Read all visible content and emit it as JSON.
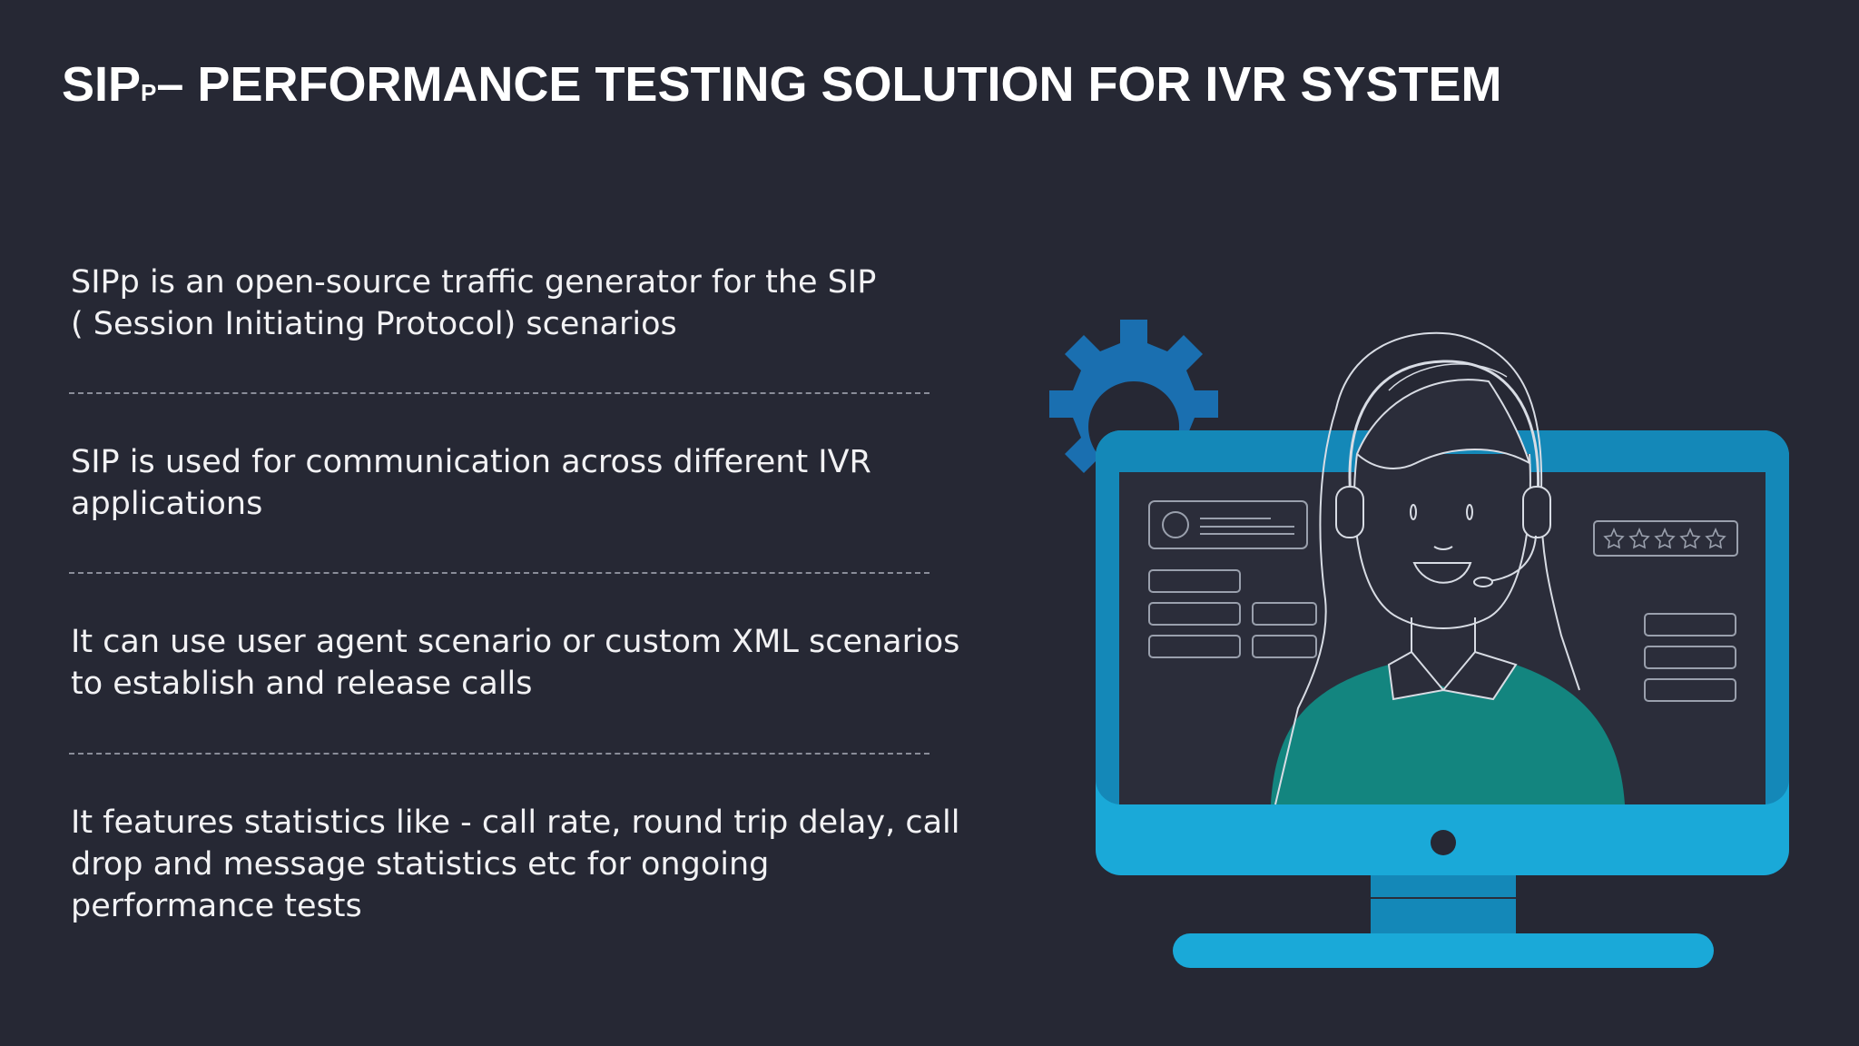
{
  "slide": {
    "title_prefix": "SIP",
    "title_small": "P",
    "title_rest": "– PERFORMANCE TESTING SOLUTION FOR  IVR SYSTEM"
  },
  "bullets": [
    {
      "line1": "SIPp is an open-source traffic generator for the SIP",
      "line2": "( Session Initiating Protocol) scenarios",
      "line3": ""
    },
    {
      "line1": "SIP is used for communication across different IVR",
      "line2": "applications",
      "line3": ""
    },
    {
      "line1": "It can use user agent scenario or custom XML scenarios",
      "line2": "to establish and release calls",
      "line3": ""
    },
    {
      "line1": "It features statistics like - call rate, round trip delay, call",
      "line2": "drop and message statistics etc for ongoing",
      "line3": "performance tests"
    }
  ],
  "illustration": {
    "colors": {
      "gear": "#1a6fb0",
      "monitor_frame": "#1aa9d8",
      "monitor_screen": "#2b2d3a",
      "shirt": "#13857f",
      "line_art": "#d8dce4"
    },
    "rating_stars": 5,
    "icons": [
      "gear-icon",
      "user-avatar-icon",
      "star-icon",
      "headset-icon"
    ]
  }
}
